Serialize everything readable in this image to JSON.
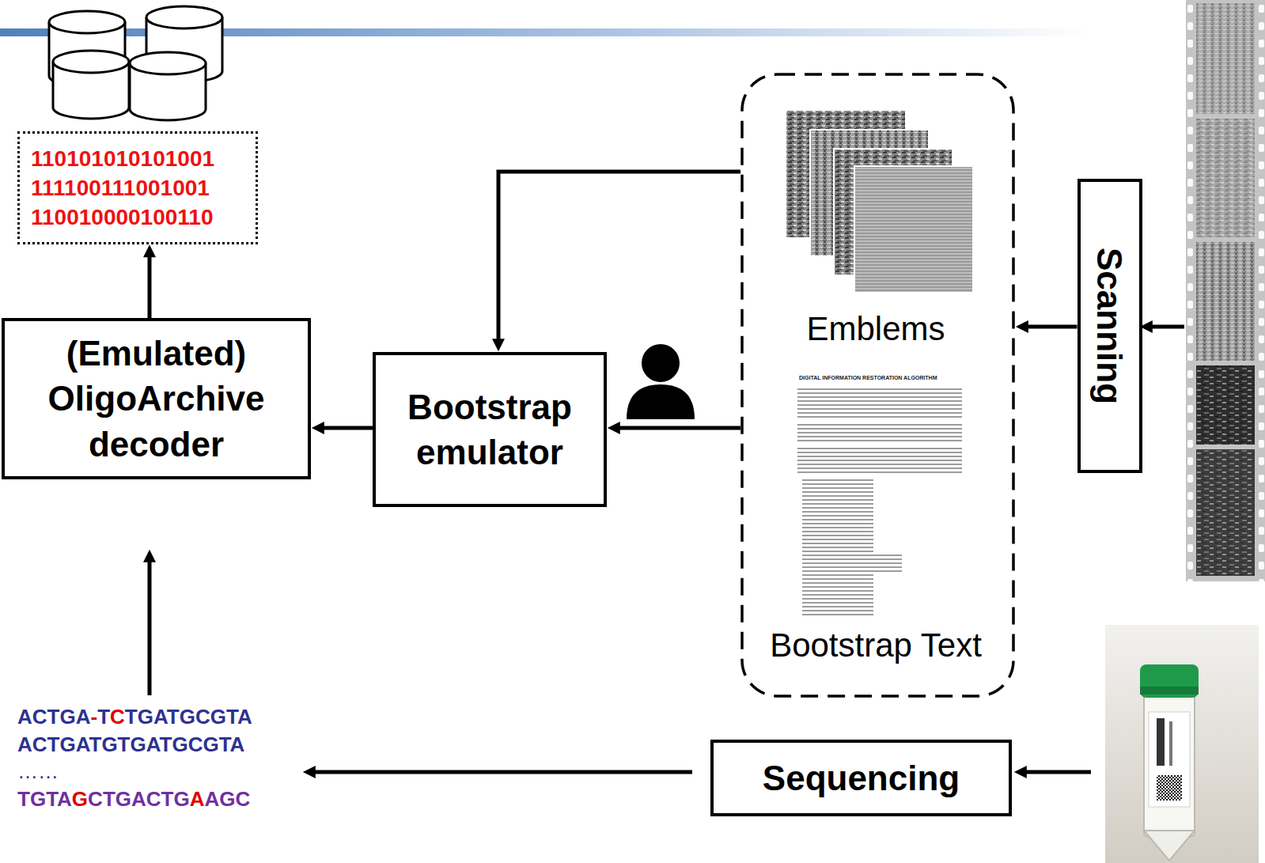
{
  "diagram": {
    "nodes": [
      {
        "text": [
          "110101010101001",
          "111100111001001",
          "110010000100110"
        ]
      },
      {
        "text": [
          "(Emulated) OligoArchive decoder"
        ]
      },
      {
        "text": [
          "Bootstrap emulator"
        ]
      },
      {
        "text": [
          "Emblems",
          "Bootstrap Text"
        ]
      },
      {
        "text": [
          "Scanning"
        ]
      },
      {
        "text": [
          "Sequencing"
        ]
      }
    ],
    "edges": [
      {
        "from": 3,
        "to": 2,
        "arrow": "to"
      },
      {
        "from": 3,
        "to": 2,
        "arrow": "to"
      },
      {
        "from": 2,
        "to": 1,
        "arrow": "to"
      },
      {
        "from": 1,
        "to": 0,
        "arrow": "to"
      },
      {
        "from": 4,
        "to": 3,
        "arrow": "to"
      }
    ],
    "labels": [
      "DIGITAL INFORMATION RESTORATION ALGORITHM",
      "ACTGA-TCTGATGCGTA",
      "ACTGATGTGATGCGTA",
      "……",
      "TGTAGCTGACTGAAGC"
    ]
  }
}
